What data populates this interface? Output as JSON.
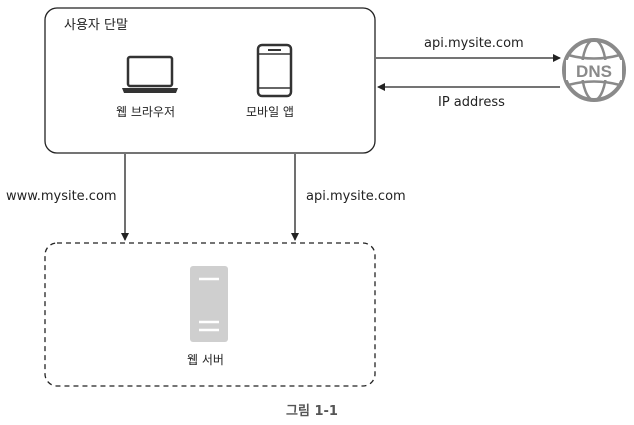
{
  "client_box": {
    "title": "사용자 단말",
    "devices": [
      {
        "label": "웹 브라우저",
        "icon": "laptop-icon"
      },
      {
        "label": "모바일 앱",
        "icon": "smartphone-icon"
      }
    ]
  },
  "dns": {
    "label": "DNS",
    "icon": "globe-icon"
  },
  "server_box": {
    "label": "웹 서버",
    "icon": "server-icon"
  },
  "arrows": {
    "to_dns": "api.mysite.com",
    "from_dns": "IP address",
    "browser_to_server": "www.mysite.com",
    "app_to_server": "api.mysite.com"
  },
  "caption": "그림 1-1",
  "colors": {
    "stroke": "#222222",
    "icon_dark": "#333333",
    "server_fill": "#cfcfcf",
    "dns_grey": "#8a8a8a"
  }
}
